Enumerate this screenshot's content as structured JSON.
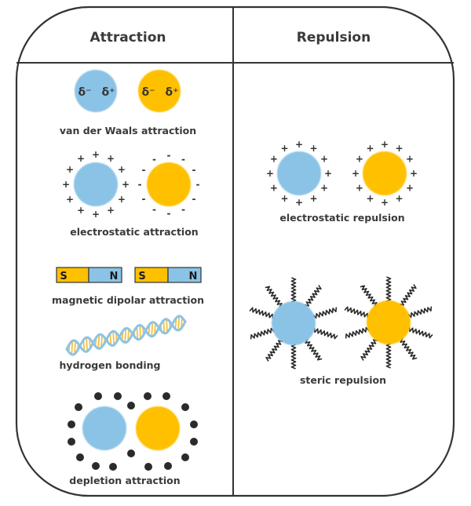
{
  "colors": {
    "particle_blue": "#8BC3E6",
    "particle_yellow": "#FFC000",
    "outline": "#333333",
    "text": "#3a3a3a",
    "depletant": "#2b2b2b",
    "dna_backbone": "#8BC3E6",
    "dna_rungs": "#F2C045"
  },
  "columns": {
    "attraction": {
      "title": "Attraction",
      "items": [
        {
          "label": "van der Waals attraction",
          "symbols": [
            "δ⁻",
            "δ⁺"
          ]
        },
        {
          "label": "electrostatic attraction",
          "charges": {
            "blue": "+",
            "yellow": "-"
          }
        },
        {
          "label": "magnetic dipolar attraction",
          "magnet_poles": [
            "S",
            "N"
          ]
        },
        {
          "label": "hydrogen bonding"
        },
        {
          "label": "depletion attraction"
        }
      ]
    },
    "repulsion": {
      "title": "Repulsion",
      "items": [
        {
          "label": "electrostatic repulsion",
          "charges": {
            "blue": "+",
            "yellow": "+"
          }
        },
        {
          "label": "steric repulsion"
        }
      ]
    }
  }
}
